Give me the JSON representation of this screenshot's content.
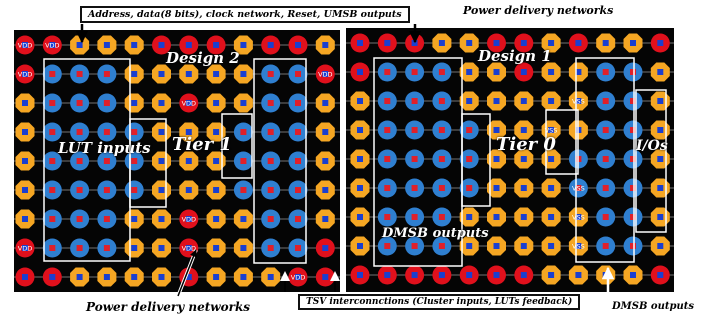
{
  "labels": {
    "top_box": "Address, data(8 bits), clock network, Reset, UMSB outputs",
    "top_right": "Power delivery networks",
    "bottom_left": "Power delivery networks",
    "bottom_box": "TSV interconnctions (Cluster inputs, LUTs feedback)",
    "bottom_right": "DMSB outputs"
  },
  "left_panel": {
    "design": "Design 2",
    "tier": "Tier 1",
    "lut_inputs": "LUT inputs",
    "vdd": "VDD"
  },
  "right_panel": {
    "design": "Design 1",
    "tier": "Tier 0",
    "ios": "I/Os",
    "dmsb": "DMSB outputs",
    "vss": "VSS"
  },
  "colors": {
    "background": "#050505",
    "grid_line": "#9a9a9a",
    "red_pad": "#e0101c",
    "blue_pad": "#2f7fd0",
    "orange_pad": "#f5a623",
    "pad_center_blue": "#1a3fd0",
    "pad_center_red": "#e0202a",
    "outline": "#ffffff"
  }
}
